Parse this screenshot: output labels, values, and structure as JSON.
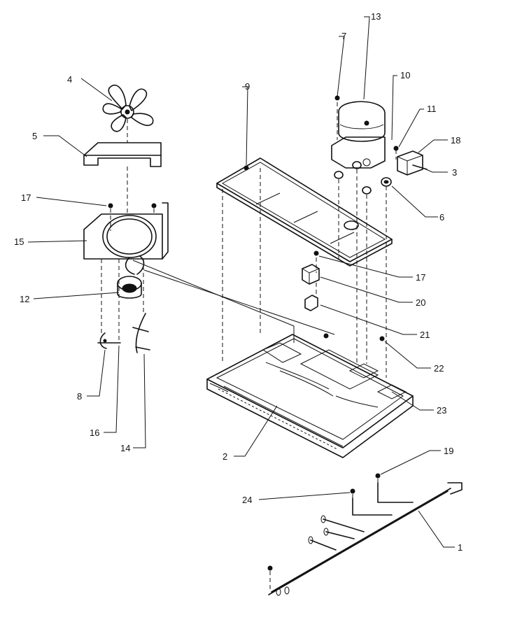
{
  "callouts": {
    "c1": "1",
    "c2": "2",
    "c3": "3",
    "c4": "4",
    "c5": "5",
    "c6": "6",
    "c7": "7",
    "c8": "8",
    "c9": "9",
    "c10": "10",
    "c11": "11",
    "c12": "12",
    "c13": "13",
    "c14": "14",
    "c15": "15",
    "c16": "16",
    "c17a": "17",
    "c17b": "17",
    "c18": "18",
    "c19": "19",
    "c20": "20",
    "c21": "21",
    "c22": "22",
    "c23": "23",
    "c24": "24"
  }
}
